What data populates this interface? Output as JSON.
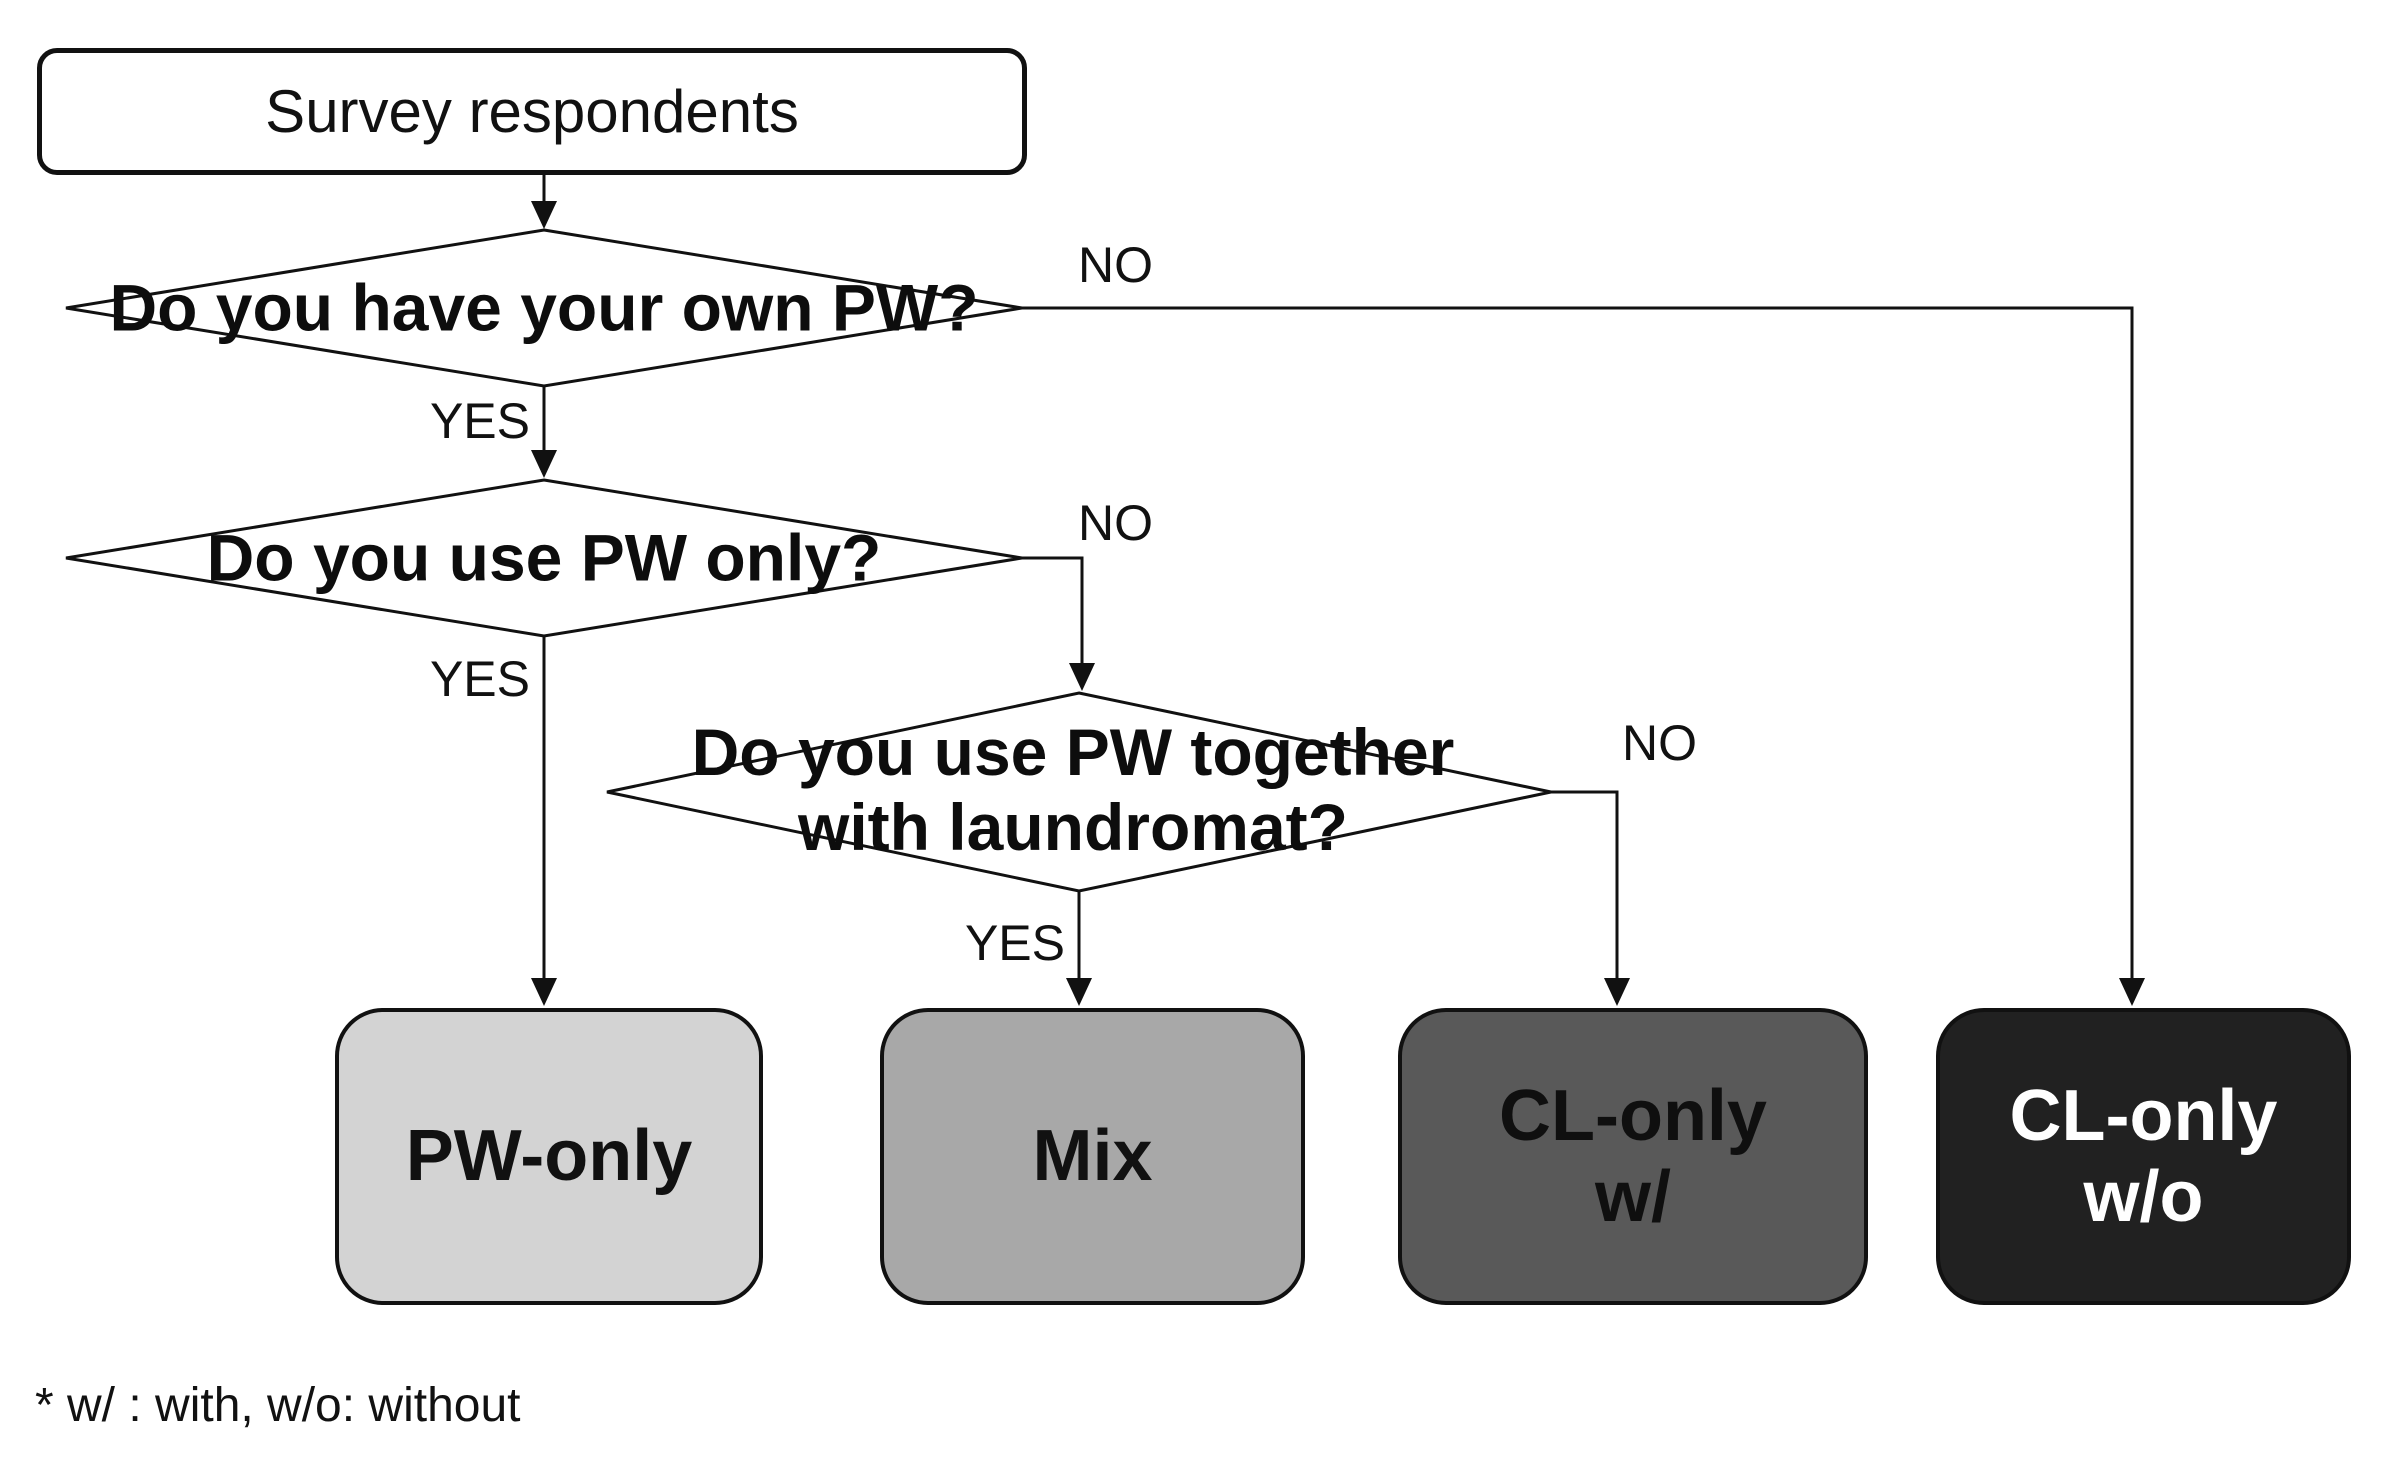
{
  "diagram": {
    "background": "#ffffff",
    "line_color": "#111111",
    "start": {
      "label": "Survey respondents"
    },
    "decisions": [
      {
        "question": "Do you have your own PW?",
        "yes_label": "YES",
        "no_label": "NO"
      },
      {
        "question": "Do you use PW only?",
        "yes_label": "YES",
        "no_label": "NO"
      },
      {
        "question_lines": [
          "Do you use PW together",
          "with laundromat?"
        ],
        "yes_label": "YES",
        "no_label": "NO"
      }
    ],
    "outcomes": [
      {
        "label": "PW-only",
        "fill": "#d3d3d3",
        "text_color": "#111111"
      },
      {
        "label": "Mix",
        "fill": "#a8a8a8",
        "text_color": "#111111"
      },
      {
        "lines": [
          "CL-only",
          "w/"
        ],
        "fill": "#595959",
        "text_color": "#0f0f0f"
      },
      {
        "lines": [
          "CL-only",
          "w/o"
        ],
        "fill": "#212121",
        "text_color": "#ffffff"
      }
    ],
    "edges": [
      {
        "from": "start",
        "to": "decision-1",
        "label": ""
      },
      {
        "from": "decision-1",
        "to": "outcome-cl-only-wo",
        "label": "NO"
      },
      {
        "from": "decision-1",
        "to": "decision-2",
        "label": "YES"
      },
      {
        "from": "decision-2",
        "to": "decision-3",
        "label": "NO"
      },
      {
        "from": "decision-2",
        "to": "outcome-pw-only",
        "label": "YES"
      },
      {
        "from": "decision-3",
        "to": "outcome-cl-only-w",
        "label": "NO"
      },
      {
        "from": "decision-3",
        "to": "outcome-mix",
        "label": "YES"
      }
    ],
    "footnote": "* w/ : with, w/o: without"
  }
}
